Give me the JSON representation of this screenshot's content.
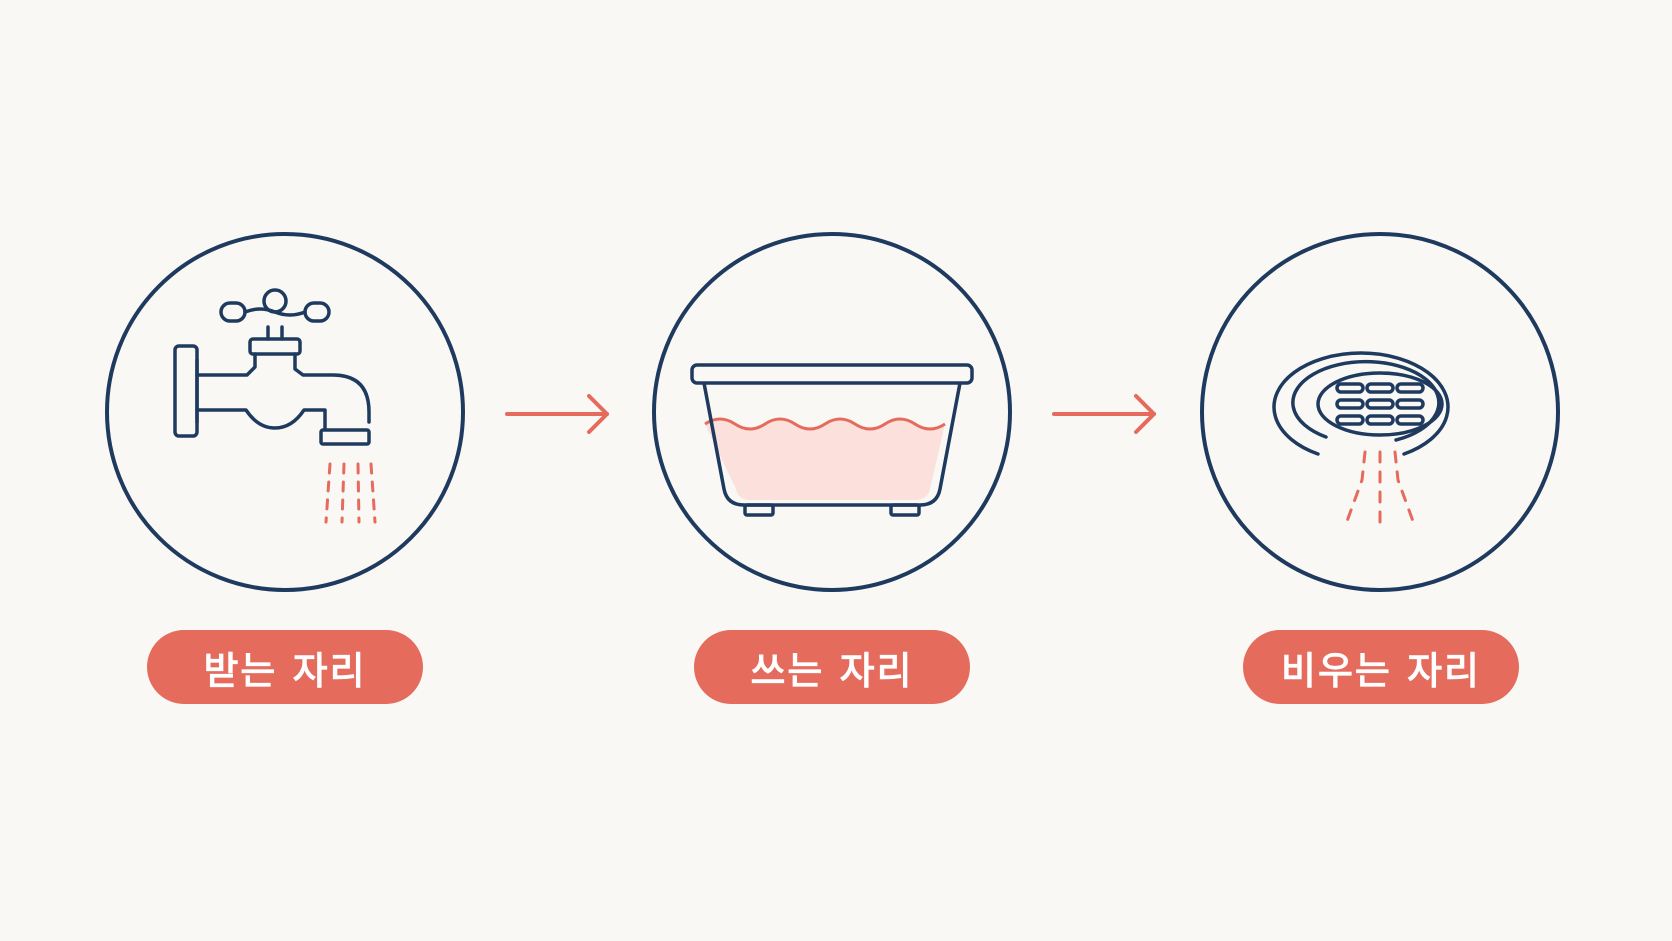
{
  "colors": {
    "background": "#faf8f4",
    "outline": "#1f3a5f",
    "accent": "#e56b5d",
    "water_fill": "#fbe0dc",
    "label_text": "#ffffff"
  },
  "stages": [
    {
      "icon": "faucet-icon",
      "label": "받는 자리"
    },
    {
      "icon": "bathtub-icon",
      "label": "쓰는 자리"
    },
    {
      "icon": "drain-icon",
      "label": "비우는 자리"
    }
  ],
  "connectors": [
    {
      "icon": "arrow-right-icon"
    },
    {
      "icon": "arrow-right-icon"
    }
  ]
}
